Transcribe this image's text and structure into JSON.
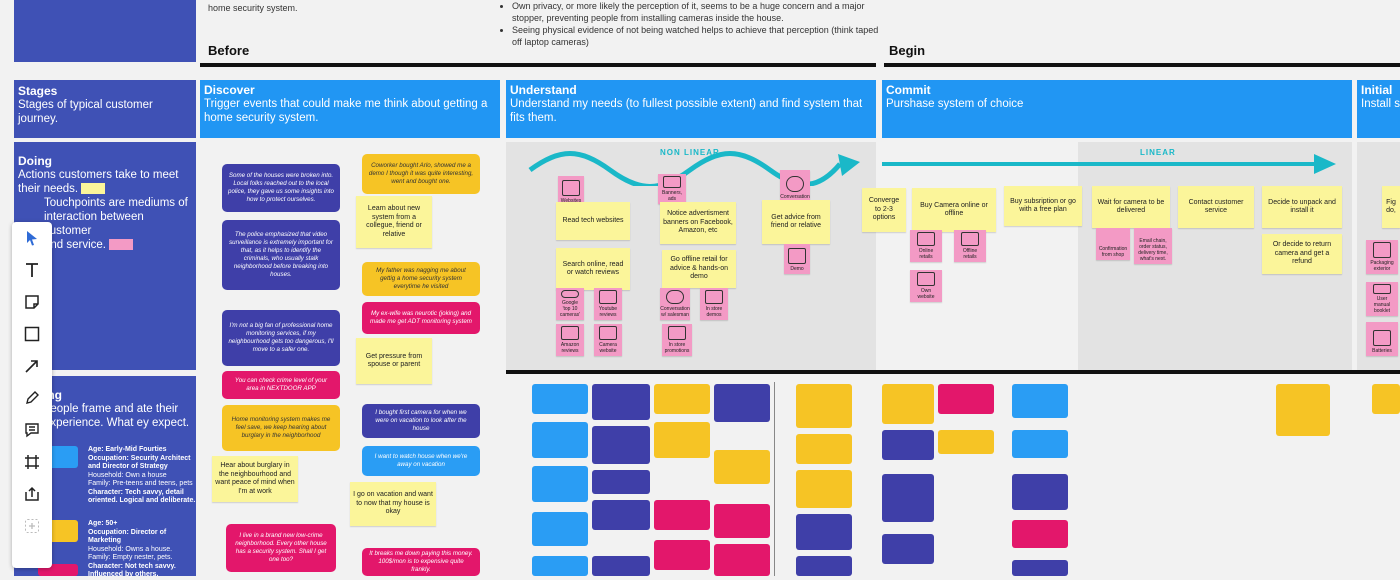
{
  "colors": {
    "stage_header": "#2196f3",
    "side_label": "#3f51b5",
    "navy_bubble": "#3f3fa8",
    "gold_bubble": "#f6c425",
    "pink_bubble": "#e3176b",
    "yellow_sticky": "#fbf59a",
    "pink_sticky": "#f39ac5",
    "arrow": "#1ab8c8"
  },
  "top_notes": {
    "left": "home security system.",
    "right_1": "Own privacy, or more likely the perception of it, seems to be a huge concern and a major stopper, preventing people from installing cameras inside the house.",
    "right_2": "Seeing physical evidence of not being watched helps to achieve that perception (think taped off laptop cameras)"
  },
  "phases": {
    "before": "Before",
    "begin": "Begin"
  },
  "stages_row": {
    "title": "Stages",
    "desc": "Stages of typical customer journey."
  },
  "stages": [
    {
      "title": "Discover",
      "desc": "Trigger events that could make me think about getting a home security system."
    },
    {
      "title": "Understand",
      "desc": "Understand my needs (to fullest possible extent) and find system that fits them."
    },
    {
      "title": "Commit",
      "desc": "Purshase system of choice"
    },
    {
      "title": "Initial",
      "desc": "Install sy"
    }
  ],
  "doing_row": {
    "title": "Doing",
    "desc1": "Actions customers take to meet their needs.",
    "desc2": "Touchpoints are mediums of interaction between customer",
    "desc3": "and service."
  },
  "thinking_row": {
    "title": "ing",
    "desc": "people frame and ate their experience. What ey expect."
  },
  "personas": [
    {
      "age": "Age: Early-Mid Fourties",
      "occupation": "Occupation: Security Architect and Director of Strategy",
      "household": "Household: Own a house",
      "family": "Family: Pre-teens and teens, pets",
      "character": "Character: Tech savvy, detail oriented. Logical and deliberate."
    },
    {
      "age": "Age: 50+",
      "occupation": "Occupation: Director of Marketing",
      "household": "Household: Owns a house.",
      "family": "Family: Empty nester, pets.",
      "character": "Character: Not tech savvy. Influenced by others."
    }
  ],
  "discover_bubbles": [
    "Some of the houses were broken into. Local folks reached out to the local police, they gave us some insights into how to protect ourselves.",
    "The police emphasized that video surveillance is extremely important for that, as it helps to identify the criminals, who usually stalk neighborhood before breaking into houses.",
    "I'm not a big fan of professional home monitoring services, if my neighbourhood gets too dangerous, I'll move to a safer one.",
    "You can check crime level of your area in NEXTDOOR APP",
    "Home monitoring system makes me feel save, we keep hearing about burglary in the neighborhood",
    "I live in a brand new low-crime neighborhood. Every other house has a security system. Shall I get one too?",
    "Coworker bought Arlo, showed me a demo I though it was quite interesting, went and bought one.",
    "My father was nagging me about gettig a home security system everytime he visited",
    "My ex-wife was neurotic (joking) and made me get ADT monitoring system",
    "I bought first camera for when we were on vacation to look after the house",
    "I want to watch house when we're away on vacation",
    "It breaks me down paying this money. 100$/mon is to expensive quite frankly."
  ],
  "discover_stickies": [
    "Learn about new system from a collegue, friend or relative",
    "Get pressure from spouse or parent",
    "Hear about burglary in the neighbourhood and want peace of mind when I'm at work",
    "I go on vacation and want to now that my house is okay"
  ],
  "understand": {
    "mode": "NON LINEAR",
    "stickies": [
      "Read tech websites",
      "Notice advertisment banners on Facebook, Amazon, etc",
      "Get advice from friend or relative",
      "Search online, read or watch reviews",
      "Go offline retail for advice & hands-on demo"
    ],
    "touchpoints": [
      "Websites",
      "Banners, ads",
      "Conversation",
      "Google 'top 10 cameras'",
      "Youtube reviews",
      "Conversation w/ salesman",
      "In store demos",
      "Amazon reviews",
      "Camera website",
      "In store promotions",
      "Demo"
    ]
  },
  "commit": {
    "mode": "LINEAR",
    "stickies": [
      "Converge to 2-3 options",
      "Buy Camera online or offline",
      "Buy subsription or go with a free plan",
      "Wait for camera to be delivered",
      "Contact customer service",
      "Decide to unpack and install it",
      "Or decide to return camera and get a refund"
    ],
    "touchpoints": [
      "Online retails",
      "Offline retails",
      "Own website",
      "Confirmation from shop",
      "Email chain, order status, delivery time, what's next."
    ]
  },
  "initial": {
    "stickies": [
      "Fig do,"
    ],
    "touchpoints": [
      "Packaging exterior",
      "User manual booklet",
      "Batteries"
    ]
  },
  "toolbar": [
    "select-tool",
    "text-tool",
    "sticky-note-tool",
    "shape-tool",
    "arrow-tool",
    "pen-tool",
    "comment-tool",
    "frame-tool",
    "upload-tool",
    "more-tool"
  ]
}
